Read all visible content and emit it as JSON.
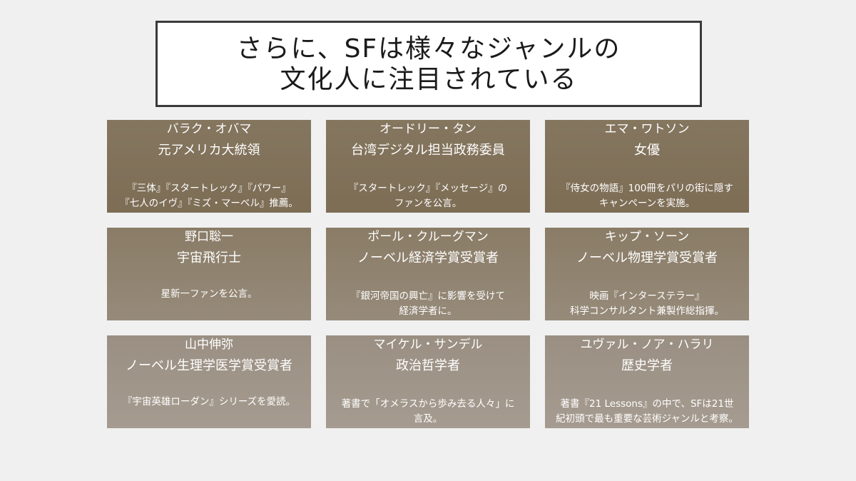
{
  "title": {
    "line1": "さらに、SFは様々なジャンルの",
    "line2": "文化人に注目されている"
  },
  "cards": [
    {
      "name": "バラク・オバマ",
      "role": "元アメリカ大統領",
      "desc": "『三体』『スタートレック』『パワー』\n『七人のイヴ』『ミズ・マーベル』推薦。"
    },
    {
      "name": "オードリー・タン",
      "role": "台湾デジタル担当政務委員",
      "desc": "『スタートレック』『メッセージ』の\nファンを公言。"
    },
    {
      "name": "エマ・ワトソン",
      "role": "女優",
      "desc": "『侍女の物語』100冊をパリの街に隠す\nキャンペーンを実施。"
    },
    {
      "name": "野口聡一",
      "role": "宇宙飛行士",
      "desc": "星新一ファンを公言。"
    },
    {
      "name": "ポール・クルーグマン",
      "role": "ノーベル経済学賞受賞者",
      "desc": "『銀河帝国の興亡』に影響を受けて\n経済学者に。"
    },
    {
      "name": "キップ・ソーン",
      "role": "ノーベル物理学賞受賞者",
      "desc": "映画『インターステラー』\n科学コンサルタント兼製作総指揮。"
    },
    {
      "name": "山中伸弥",
      "role": "ノーベル生理学医学賞受賞者",
      "desc": "『宇宙英雄ローダン』シリーズを愛読。"
    },
    {
      "name": "マイケル・サンデル",
      "role": "政治哲学者",
      "desc": "著書で「オメラスから歩み去る人々」に\n言及。"
    },
    {
      "name": "ユヴァル・ノア・ハラリ",
      "role": "歴史学者",
      "desc": "著書『21 Lessons』の中で、SFは21世\n紀初頭で最も重要な芸術ジャンルと考察。"
    }
  ]
}
